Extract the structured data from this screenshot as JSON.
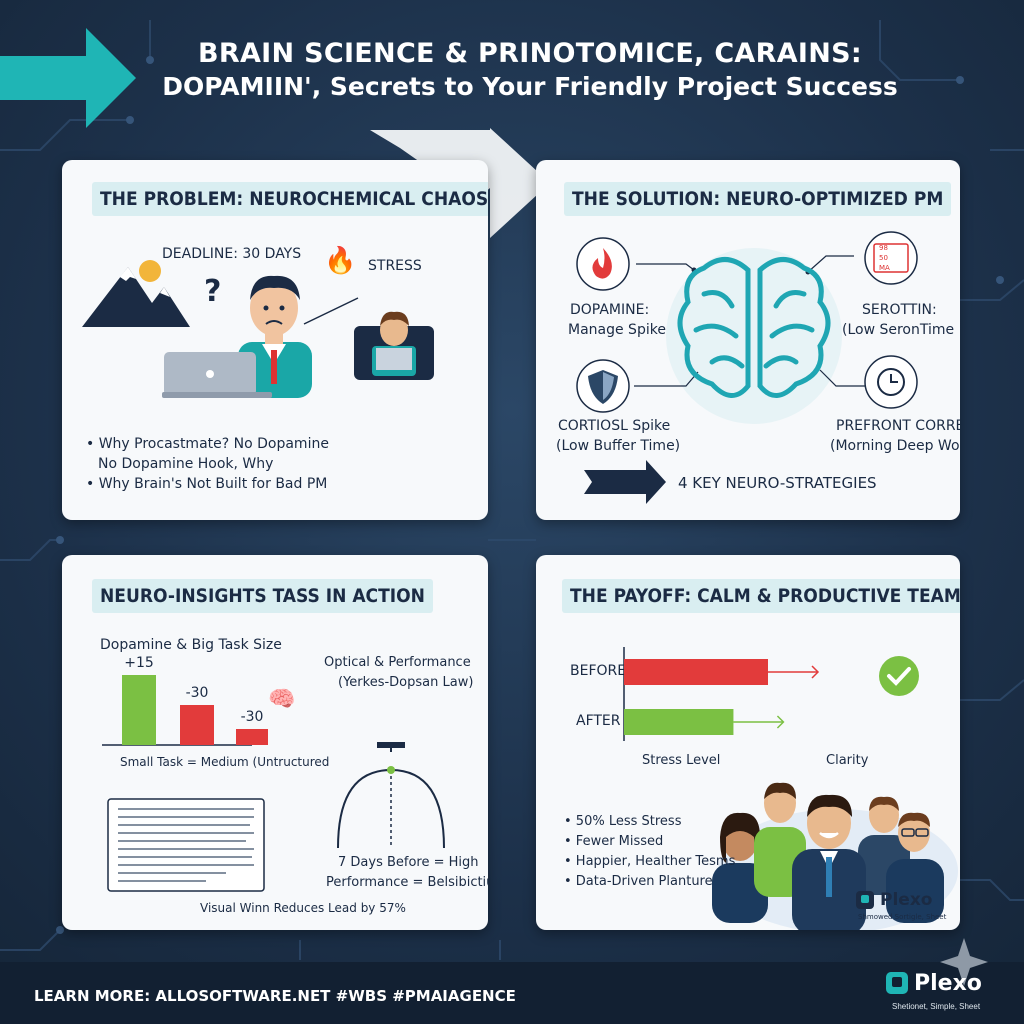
{
  "header": {
    "line1": "BRAIN SCIENCE & PRINOTOMICE, CARAINS:",
    "line2": "DOPAMIIN', Secrets to Your Friendly Project Success"
  },
  "problem": {
    "heading": "THE PROBLEM: NEUROCHEMICAL CHAOS",
    "deadline": "DEADLINE: 30 DAYS",
    "question": "?",
    "stress": "STRESS",
    "bullets": [
      "• Why Procastmate? No Dopamine",
      "No Dopamine Hook, Why",
      "• Why Brain's Not Built for Bad PM"
    ]
  },
  "solution": {
    "heading": "THE SOLUTION: NEURO-OPTIMIZED PM",
    "dopamine_title": "DOPAMINE:",
    "dopamine_sub": "Manage Spike",
    "serotonin_title": "SEROTTIN:",
    "serotonin_sub": "(Low SeronTime",
    "cortisol_title": "CORTIOSL Spike",
    "cortisol_sub": "(Low Buffer Time)",
    "prefrontal_title": "PREFRONT CORREX",
    "prefrontal_sub": "(Morning Deep Work)",
    "strategies": "4 KEY NEURO-STRATEGIES",
    "badge_lines": [
      "98",
      "50",
      "MA"
    ]
  },
  "insights": {
    "heading": "NEURO-INSIGHTS TASS IN ACTION",
    "chart_title": "Dopamine & Big Task Size",
    "bar_labels": [
      "+15",
      "-30",
      "-30"
    ],
    "bar_caption": "Small Task = Medium (Untructured",
    "curve_title": "Optical & Performance",
    "curve_sub": "(Yerkes-Dopsan Law)",
    "curve_caption1": "7 Days Before = High",
    "curve_caption2": "Performance = Belsibictius)",
    "doc_caption": "Visual Winn Reduces Lead by 57%"
  },
  "payoff": {
    "heading": "THE PAYOFF: CALM & PRODUCTIVE TEAMS",
    "before": "BEFORE",
    "after": "AFTER",
    "axis_left": "Stress Level",
    "axis_right": "Clarity",
    "bullets": [
      "• 50% Less Stress",
      "• Fewer Missed",
      "• Happier, Healther Tesms",
      "• Data-Driven Planture"
    ],
    "brand_name": "Plexo",
    "brand_tag": "Shmowed Sortigle, Sheet"
  },
  "footer": {
    "learn_more": "LEARN MORE: ALLOSOFTWARE.NET #WBS #PMAIAGENCE",
    "brand_name": "Plexo",
    "brand_tag": "Shetionet, Simple, Sheet"
  },
  "colors": {
    "background": "#1f3550",
    "teal": "#1fb5b5",
    "red": "#e23b3b",
    "green": "#7bc043",
    "navy": "#1b2b44"
  },
  "chart_data": [
    {
      "type": "bar",
      "title": "Dopamine & Big Task Size",
      "categories": [],
      "values": [
        15,
        -30,
        -30
      ],
      "data_labels": [
        "+15",
        "-30",
        "-30"
      ]
    },
    {
      "type": "bar",
      "title": "",
      "categories": [
        "BEFORE",
        "AFTER"
      ],
      "values": [
        100,
        76
      ],
      "xlabel": "Stress Level",
      "xlabel_right": "Clarity"
    }
  ]
}
